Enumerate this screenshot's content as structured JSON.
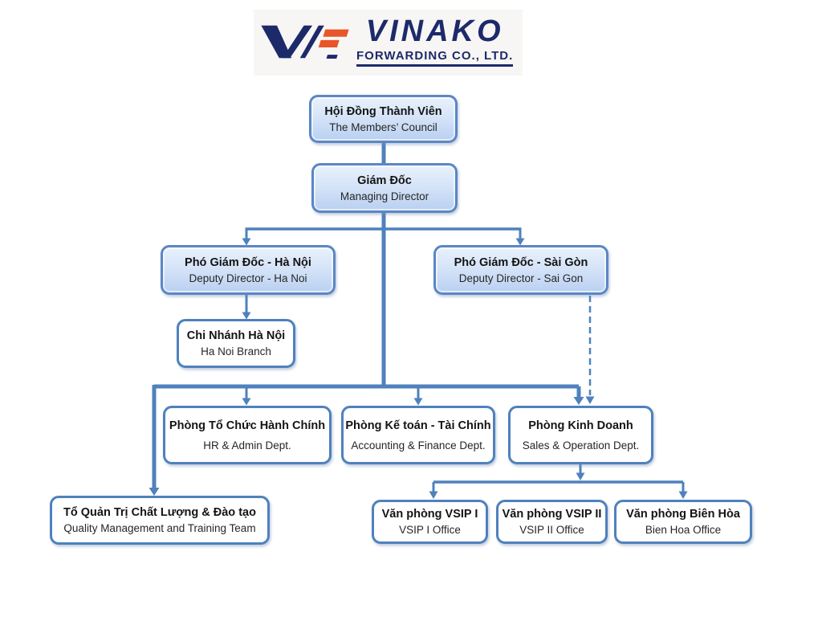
{
  "logo": {
    "company_name": "VINAKO",
    "company_subtitle": "FORWARDING CO., LTD.",
    "emblem": "vf-monogram",
    "brand_navy": "#1d2a6a",
    "brand_orange": "#e8552a"
  },
  "chart": {
    "title": "Vinako Forwarding organizational chart",
    "connector_color": "#4f81bd",
    "node_fill_top": "#e9f1fc",
    "node_fill_bottom": "#b9d0f1",
    "nodes": [
      {
        "id": "members-council",
        "title": "Hội Đồng Thành Viên",
        "subtitle": "The Members’ Council"
      },
      {
        "id": "managing-director",
        "title": "Giám Đốc",
        "subtitle": "Managing Director"
      },
      {
        "id": "deputy-hanoi",
        "title": "Phó Giám Đốc - Hà Nội",
        "subtitle": "Deputy Director - Ha Noi"
      },
      {
        "id": "deputy-saigon",
        "title": "Phó Giám Đốc - Sài Gòn",
        "subtitle": "Deputy Director - Sai Gon"
      },
      {
        "id": "hanoi-branch",
        "title": "Chi Nhánh Hà Nội",
        "subtitle": "Ha Noi Branch"
      },
      {
        "id": "hr-admin",
        "title": "Phòng Tổ Chức Hành Chính",
        "subtitle": "HR & Admin Dept."
      },
      {
        "id": "accounting-finance",
        "title": "Phòng Kế toán - Tài Chính",
        "subtitle": "Accounting & Finance Dept."
      },
      {
        "id": "sales-operation",
        "title": "Phòng Kinh Doanh",
        "subtitle": "Sales & Operation Dept."
      },
      {
        "id": "quality-training",
        "title": "Tổ Quản Trị Chất Lượng & Đào tạo",
        "subtitle": "Quality Management and Training Team"
      },
      {
        "id": "vsip1-office",
        "title": "Văn phòng VSIP I",
        "subtitle": "VSIP I Office"
      },
      {
        "id": "vsip2-office",
        "title": "Văn phòng VSIP II",
        "subtitle": "VSIP II Office"
      },
      {
        "id": "bienhoa-office",
        "title": "Văn phòng Biên Hòa",
        "subtitle": "Bien Hoa Office"
      }
    ],
    "edges": [
      {
        "from": "members-council",
        "to": "managing-director",
        "style": "solid"
      },
      {
        "from": "managing-director",
        "to": "deputy-hanoi",
        "style": "solid"
      },
      {
        "from": "managing-director",
        "to": "deputy-saigon",
        "style": "solid"
      },
      {
        "from": "deputy-hanoi",
        "to": "hanoi-branch",
        "style": "solid"
      },
      {
        "from": "managing-director",
        "to": "hr-admin",
        "style": "solid"
      },
      {
        "from": "managing-director",
        "to": "accounting-finance",
        "style": "solid"
      },
      {
        "from": "managing-director",
        "to": "sales-operation",
        "style": "solid"
      },
      {
        "from": "managing-director",
        "to": "quality-training",
        "style": "solid"
      },
      {
        "from": "deputy-saigon",
        "to": "sales-operation",
        "style": "dashed"
      },
      {
        "from": "sales-operation",
        "to": "vsip1-office",
        "style": "solid"
      },
      {
        "from": "sales-operation",
        "to": "vsip2-office",
        "style": "solid"
      },
      {
        "from": "sales-operation",
        "to": "bienhoa-office",
        "style": "solid"
      }
    ]
  }
}
